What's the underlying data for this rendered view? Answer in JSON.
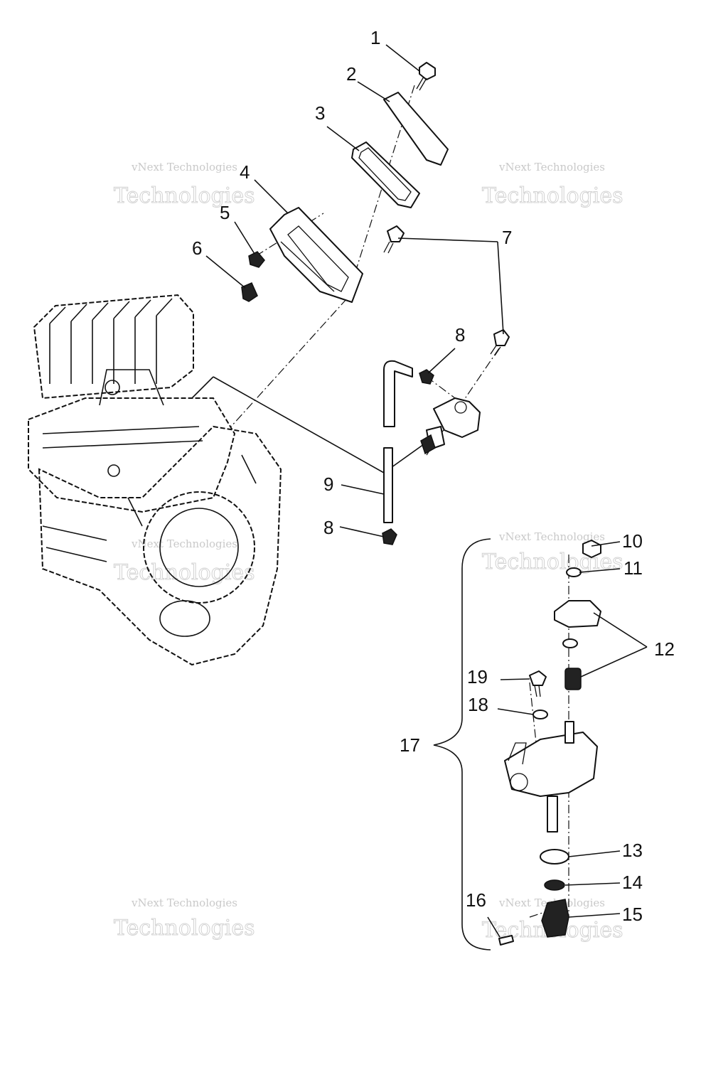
{
  "callouts": [
    "1",
    "2",
    "3",
    "4",
    "5",
    "6",
    "7",
    "8",
    "8",
    "9",
    "10",
    "11",
    "12",
    "13",
    "14",
    "15",
    "16",
    "17",
    "18",
    "19"
  ],
  "watermark": {
    "line1": "vNext Technologies",
    "line2": "Technologies"
  }
}
